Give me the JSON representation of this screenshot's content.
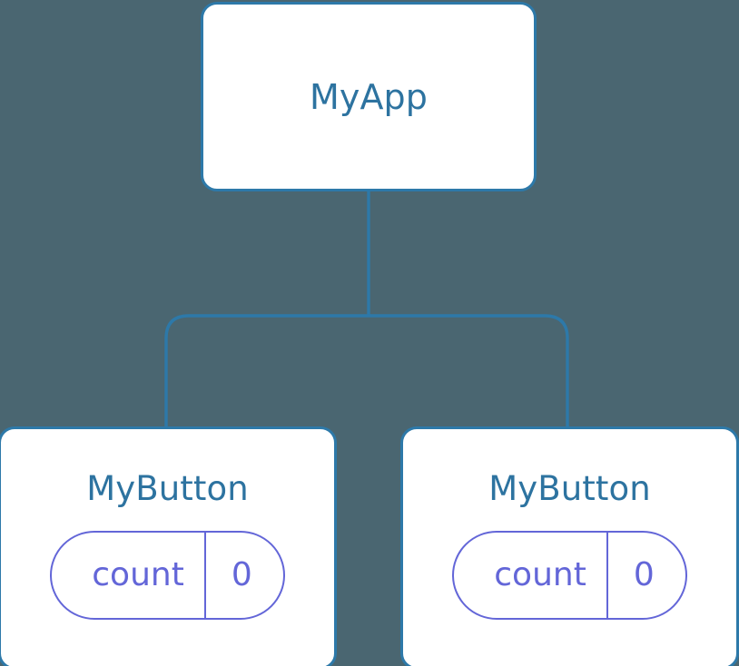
{
  "diagram": {
    "type": "component-tree",
    "title": "MyApp component tree",
    "background_color": "#4a6671",
    "node_border_color": "#2d79a9",
    "node_fill_color": "#ffffff",
    "node_label_color": "#2d73a0",
    "connector_color": "#2d79a9",
    "state_accent_color": "#6366d8"
  },
  "root": {
    "label": "MyApp"
  },
  "children": [
    {
      "label": "MyButton",
      "state": {
        "key": "count",
        "value": "0"
      }
    },
    {
      "label": "MyButton",
      "state": {
        "key": "count",
        "value": "0"
      }
    }
  ],
  "edges": [
    {
      "from": "MyApp",
      "to": "MyButton-left"
    },
    {
      "from": "MyApp",
      "to": "MyButton-right"
    }
  ]
}
